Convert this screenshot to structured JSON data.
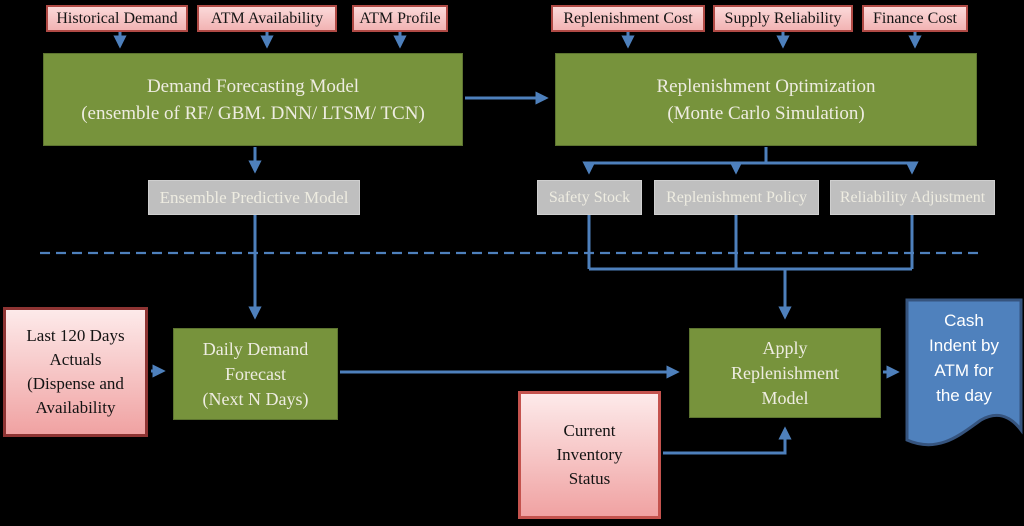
{
  "inputs_top": [
    "Historical Demand",
    "ATM Availability",
    "ATM Profile",
    "Replenishment Cost",
    "Supply Reliability",
    "Finance Cost"
  ],
  "models": {
    "demand_forecasting": {
      "line1": "Demand Forecasting Model",
      "line2": "(ensemble of RF/ GBM. DNN/ LTSM/ TCN)"
    },
    "replenishment_optimization": {
      "line1": "Replenishment Optimization",
      "line2": "(Monte Carlo Simulation)"
    }
  },
  "model_outputs": {
    "ensemble": "Ensemble Predictive Model",
    "safety_stock": "Safety Stock",
    "replenishment_policy": "Replenishment Policy",
    "reliability_adjustment": "Reliability Adjustment"
  },
  "runtime": {
    "actuals": {
      "lines": [
        "Last 120 Days",
        "Actuals",
        "(Dispense and",
        "Availability"
      ]
    },
    "daily_forecast": {
      "lines": [
        "Daily Demand",
        "Forecast",
        "(Next N Days)"
      ]
    },
    "current_inventory": {
      "lines": [
        "Current",
        "Inventory",
        "Status"
      ]
    },
    "apply_model": {
      "lines": [
        "Apply",
        "Replenishment",
        "Model"
      ]
    },
    "cash_indent": {
      "lines": [
        "Cash",
        "Indent by",
        "ATM for",
        "the day"
      ]
    }
  },
  "colors": {
    "background": "#000000",
    "arrow_blue": "#4E80BC",
    "process_green": "#77933C",
    "output_gray": "#BFBFBF",
    "input_pink": "#F6C2C2",
    "input_pink_border": "#B04A45",
    "actuals_border": "#8E3433",
    "inventory_border": "#C4534E",
    "document_blue": "#4F81BD",
    "document_border": "#36547E",
    "text_cream": "#EEECE1"
  }
}
